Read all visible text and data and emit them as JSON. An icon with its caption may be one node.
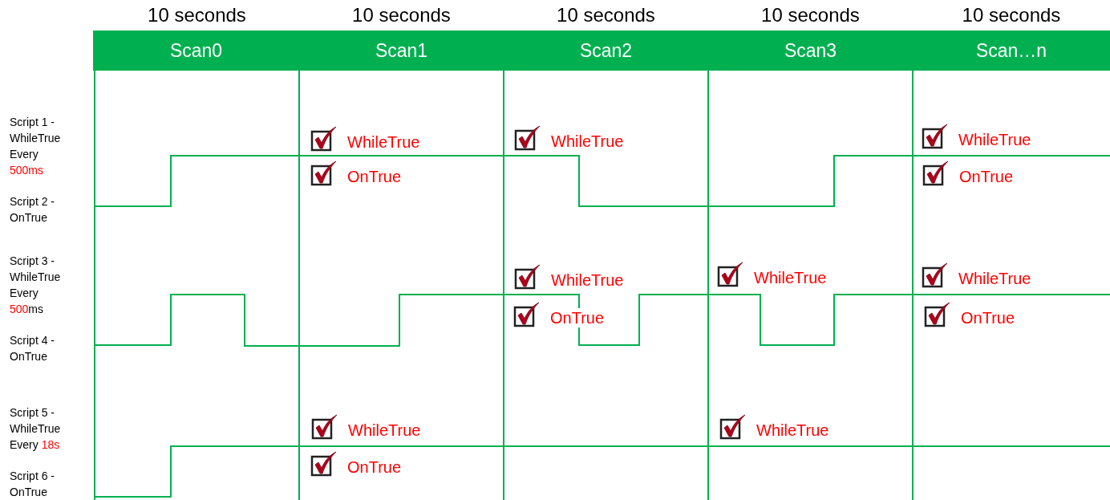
{
  "diagram": {
    "nodes": [
      {
        "text": [
          "Scan0"
        ],
        "beside": [
          "10 seconds"
        ]
      },
      {
        "text": [
          "Scan1"
        ],
        "beside": [
          "10 seconds"
        ]
      },
      {
        "text": [
          "Scan2"
        ],
        "beside": [
          "10 seconds"
        ]
      },
      {
        "text": [
          "Scan3"
        ],
        "beside": [
          "10 seconds"
        ]
      },
      {
        "text": [
          "Scan…n"
        ],
        "beside": [
          "10 seconds"
        ]
      }
    ],
    "labels": [
      "Script 1 - WhileTrue Every",
      "500ms",
      "Script 2 - OnTrue",
      "Script 3 - WhileTrue Every",
      "500",
      "ms",
      "Script 4 - OnTrue",
      "Script 5 - WhileTrue Every",
      "18s",
      "Script 6 - OnTrue",
      "WhileTrue",
      "WhileTrue",
      "WhileTrue",
      "OnTrue",
      "OnTrue",
      "WhileTrue",
      "WhileTrue",
      "WhileTrue",
      "OnTrue",
      "OnTrue",
      "WhileTrue",
      "WhileTrue",
      "OnTrue"
    ]
  }
}
